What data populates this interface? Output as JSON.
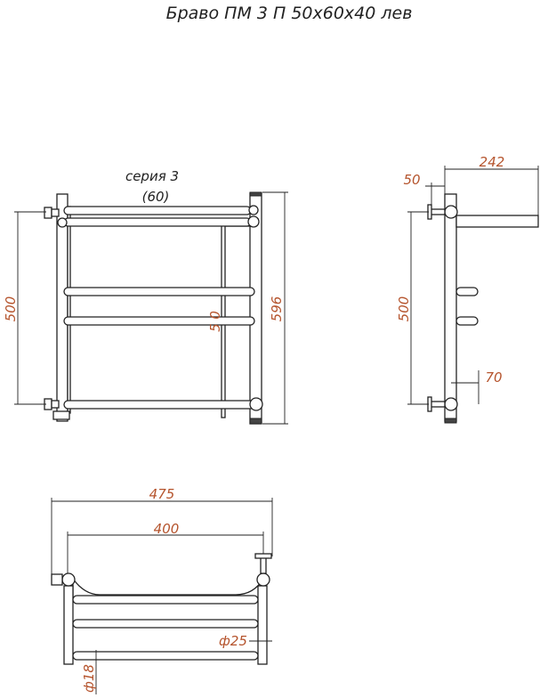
{
  "title": "Браво ПМ 3 П 50x60x40 лев",
  "series": {
    "line1": "серия 3",
    "line2": "(60)"
  },
  "front_view": {
    "dim_height_connection": "500",
    "dim_height_total": "596",
    "dim_inner": "5 0"
  },
  "side_view": {
    "dim_depth": "242",
    "dim_offset": "50",
    "dim_height": "500",
    "dim_wall": "70"
  },
  "top_view": {
    "dim_width_total": "475",
    "dim_width_connection": "400",
    "dim_tube_diameter": "ф25",
    "dim_pipe_diameter": "ф18"
  }
}
